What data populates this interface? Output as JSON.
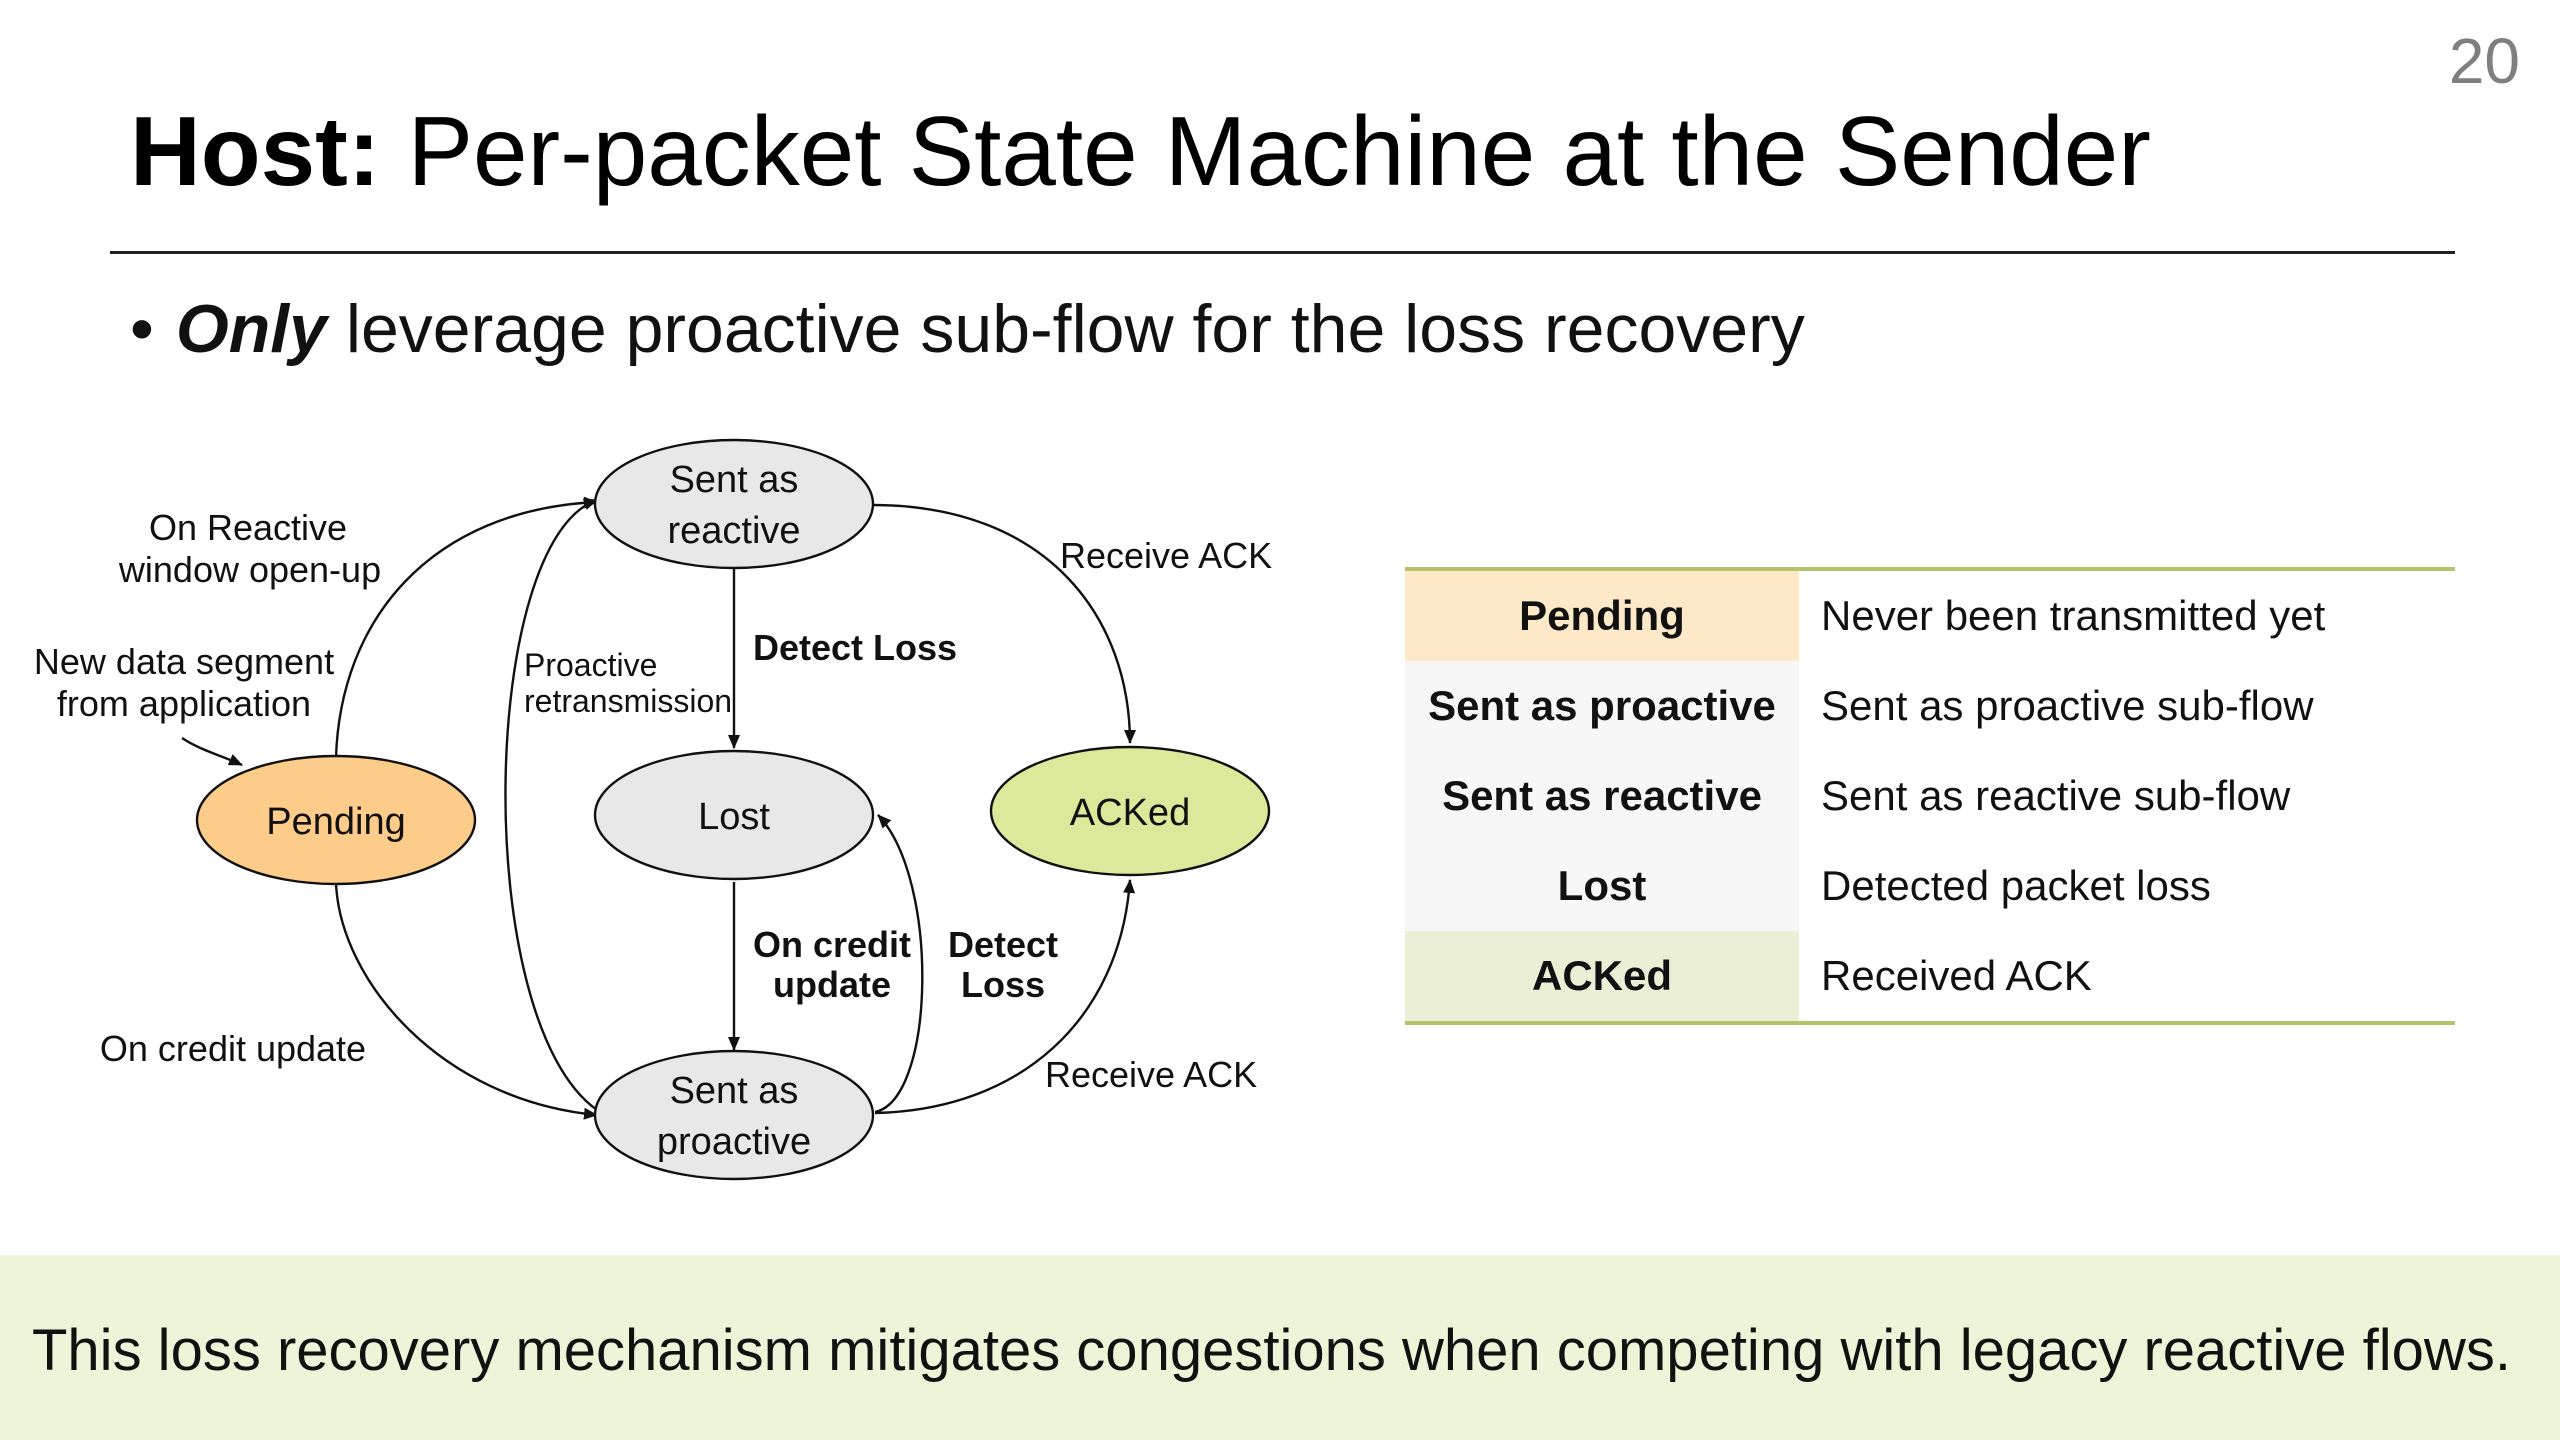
{
  "slide": {
    "number": "20",
    "title_bold": "Host:",
    "title_rest": " Per-packet State Machine at the Sender",
    "bullet_emph": "Only",
    "bullet_rest": " leverage proactive sub-flow for the loss recovery",
    "takeaway": "This loss recovery mechanism mitigates congestions when competing with legacy reactive flows."
  },
  "diagram": {
    "nodes": {
      "pending": "Pending",
      "sent_reactive_line1": "Sent as",
      "sent_reactive_line2": "reactive",
      "lost": "Lost",
      "acked": "ACKed",
      "sent_proactive_line1": "Sent as",
      "sent_proactive_line2": "proactive"
    },
    "edges": {
      "on_reactive_line1": "On Reactive",
      "on_reactive_line2": "window open-up",
      "new_data_line1": "New data segment",
      "new_data_line2": "from application",
      "proactive_retx_line1": "Proactive",
      "proactive_retx_line2": "retransmission",
      "detect_loss_top": "Detect Loss",
      "receive_ack_top": "Receive ACK",
      "on_credit_update_left": "On credit update",
      "on_credit_bold_line1": "On credit",
      "on_credit_bold_line2": "update",
      "detect_loss_right_line1": "Detect",
      "detect_loss_right_line2": "Loss",
      "receive_ack_bottom": "Receive ACK"
    },
    "colors": {
      "pending": "#fdcb8a",
      "acked": "#dde99a",
      "neutral": "#e8e8e8"
    }
  },
  "legend": {
    "rows": [
      {
        "state": "Pending",
        "desc": "Never been transmitted yet"
      },
      {
        "state": "Sent as proactive",
        "desc": "Sent as proactive sub-flow"
      },
      {
        "state": "Sent as reactive",
        "desc": "Sent as reactive sub-flow"
      },
      {
        "state": "Lost",
        "desc": "Detected packet loss"
      },
      {
        "state": "ACKed",
        "desc": "Received ACK"
      }
    ]
  }
}
